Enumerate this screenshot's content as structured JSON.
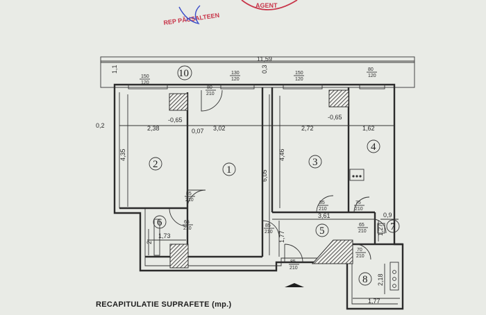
{
  "plan": {
    "stamp_text": "REP PĂUŞALTEEN",
    "seal_text": "AGENT",
    "caption": "RECAPITULATIE SUPRAFETE (mp.)",
    "rooms": [
      "1",
      "2",
      "3",
      "4",
      "5",
      "6",
      "7",
      "8",
      "10"
    ],
    "dimensions": {
      "total_width": "11,59",
      "balcony_depth": "1,1",
      "wall_left": "0,2",
      "w_room2": "2,38",
      "w_room1": "3,02",
      "w_room3": "2,72",
      "w_room4": "1,62",
      "h_room2": "4,35",
      "h_room1": "6,05",
      "h_room3": "4,46",
      "hall_width": "3,61",
      "hall_height": "1,77",
      "room6_width": "1,73",
      "room6_height": "2",
      "room7_width": "0,9",
      "room7_height": "1,27",
      "room8_height": "2,18",
      "room8_width": "1,77",
      "wall_03": "0,3",
      "wall_007": "0,07",
      "level_left": "-0,65",
      "level_right": "-0,65"
    },
    "openings": {
      "w1": [
        "150",
        "120"
      ],
      "w2": [
        "130",
        "120"
      ],
      "w3": [
        "150",
        "120"
      ],
      "w4": [
        "80",
        "120"
      ],
      "d_balcony": [
        "80",
        "210"
      ],
      "d_room2": [
        "85",
        "210"
      ],
      "d_room6": [
        "65",
        "210"
      ],
      "d_room1": [
        "85",
        "210"
      ],
      "d_room3": [
        "85",
        "210"
      ],
      "d_room4": [
        "75",
        "210"
      ],
      "d_room7": [
        "65",
        "210"
      ],
      "d_room8": [
        "70",
        "210"
      ],
      "d_entry": [
        "85",
        "210"
      ]
    }
  }
}
